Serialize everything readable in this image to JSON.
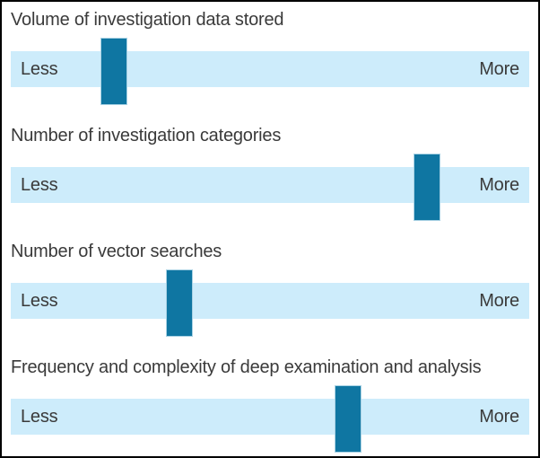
{
  "figure": {
    "background": "#ffffff",
    "border_color": "#000000"
  },
  "colors": {
    "track": "#cdecfb",
    "handle": "#0f76a2",
    "handle_edge": "#a9d2e4",
    "text": "#3a3a3a"
  },
  "sliders": [
    {
      "label": "Volume of investigation data stored",
      "less_label": "Less",
      "more_label": "More",
      "value_percent": 19.9
    },
    {
      "label": "Number of investigation categories",
      "less_label": "Less",
      "more_label": "More",
      "value_percent": 80.2
    },
    {
      "label": "Number of vector searches",
      "less_label": "Less",
      "more_label": "More",
      "value_percent": 32.5
    },
    {
      "label": "Frequency and complexity of deep examination and analysis",
      "less_label": "Less",
      "more_label": "More",
      "value_percent": 65.1
    }
  ]
}
